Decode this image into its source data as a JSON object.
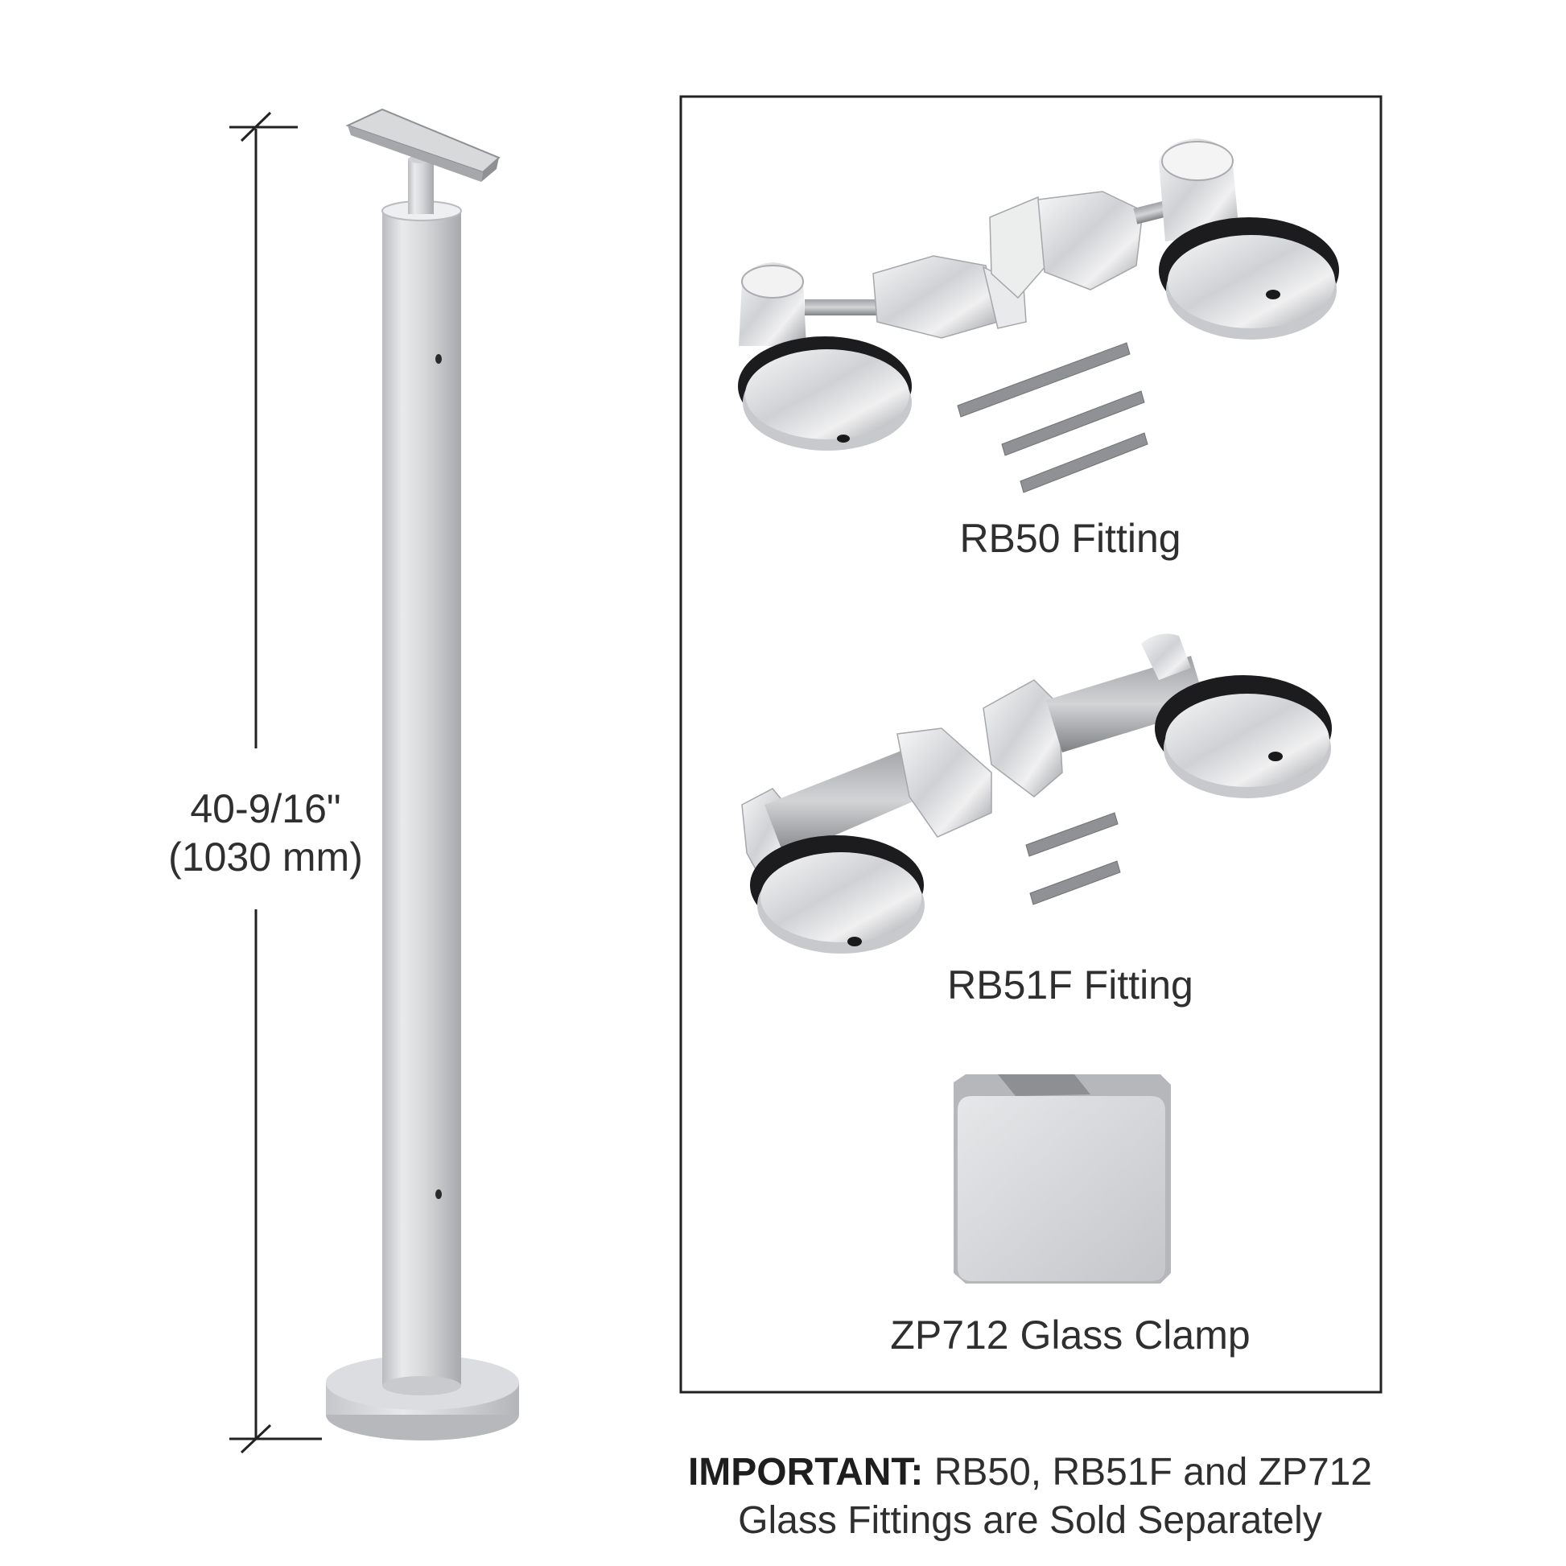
{
  "dimension": {
    "imperial": "40-9/16\"",
    "metric": "(1030 mm)"
  },
  "fittings": [
    {
      "label": "RB50 Fitting"
    },
    {
      "label": "RB51F Fitting"
    },
    {
      "label": "ZP712 Glass Clamp"
    }
  ],
  "note": {
    "lead": "IMPORTANT:",
    "line1": "RB50, RB51F and ZP712",
    "line2": "Glass Fittings are Sold Separately"
  },
  "colors": {
    "metal_light": "#e4e5e7",
    "metal_mid": "#c3c5c8",
    "metal_dark": "#8c8e92",
    "gasket": "#1c1c1e",
    "line": "#222222"
  }
}
